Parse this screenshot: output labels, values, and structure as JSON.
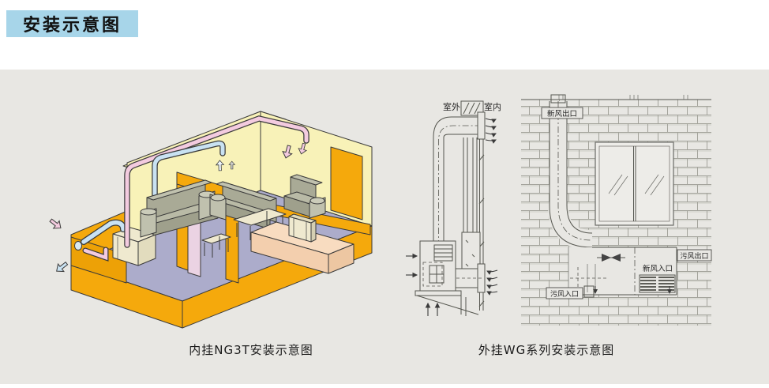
{
  "header": {
    "title": "安装示意图"
  },
  "captions": {
    "left": "内挂NG3T安装示意图",
    "right": "外挂WG系列安装示意图"
  },
  "side_view": {
    "outdoor": "室外",
    "indoor": "室内"
  },
  "wall_view": {
    "fresh_air_outlet": "新风出口",
    "fresh_air_inlet": "新风入口",
    "foul_air_outlet": "污风出口",
    "foul_air_inlet": "污风入口"
  },
  "colors": {
    "badge_bg": "#A7D5E9",
    "panel_bg": "#E8E7E3",
    "wall_orange": "#F5A90C",
    "wall_yellow": "#F8F2B8",
    "ceiling_yellow": "#F1EBA2",
    "floor_lavender": "#ACACCB",
    "duct_pink": "#F3CBDF",
    "duct_blue": "#C9E2F2",
    "pink_wall": "#EBD3E3",
    "unit_cream": "#EFE9CF",
    "furniture_olive": "#A9AA96",
    "furniture_olive_light": "#C0C1AE",
    "furniture_olive_dark": "#9FA08C",
    "desk_peach": "#F8DCC0",
    "outline": "#3A3A3A",
    "tech_line": "#55564F",
    "brick_line": "#A3A39B"
  }
}
